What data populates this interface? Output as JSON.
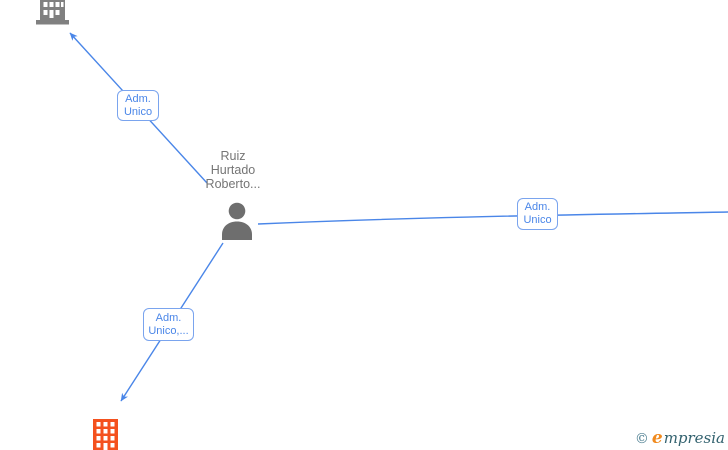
{
  "graph": {
    "person": {
      "icon": "person-icon",
      "name_lines": [
        "Ruiz",
        "Hurtado",
        "Roberto..."
      ]
    },
    "edges": [
      {
        "label_line1": "Adm.",
        "label_line2": "Unico",
        "direction": "to-top-left-company"
      },
      {
        "label_line1": "Adm.",
        "label_line2": "Unico",
        "direction": "to-right-offscreen-company"
      },
      {
        "label_line1": "Adm.",
        "label_line2": "Unico,...",
        "direction": "to-bottom-left-company"
      }
    ],
    "companies": [
      {
        "icon": "building-gray-icon",
        "position": "top-left"
      },
      {
        "icon": "building-orange-icon",
        "position": "bottom-left"
      }
    ]
  },
  "watermark": {
    "copyright": "©",
    "brand_initial": "e",
    "brand_rest": "mpresia"
  },
  "colors": {
    "edge_blue": "#4a86e8",
    "label_border_blue": "#7aa4ee",
    "label_text_blue": "#4a86e8",
    "name_gray": "#757575",
    "person_icon_gray": "#6e6e6e",
    "building_gray": "#808080",
    "building_orange": "#f4511e",
    "watermark_teal": "#33626f",
    "watermark_orange": "#f08a1e",
    "background": "#ffffff"
  }
}
